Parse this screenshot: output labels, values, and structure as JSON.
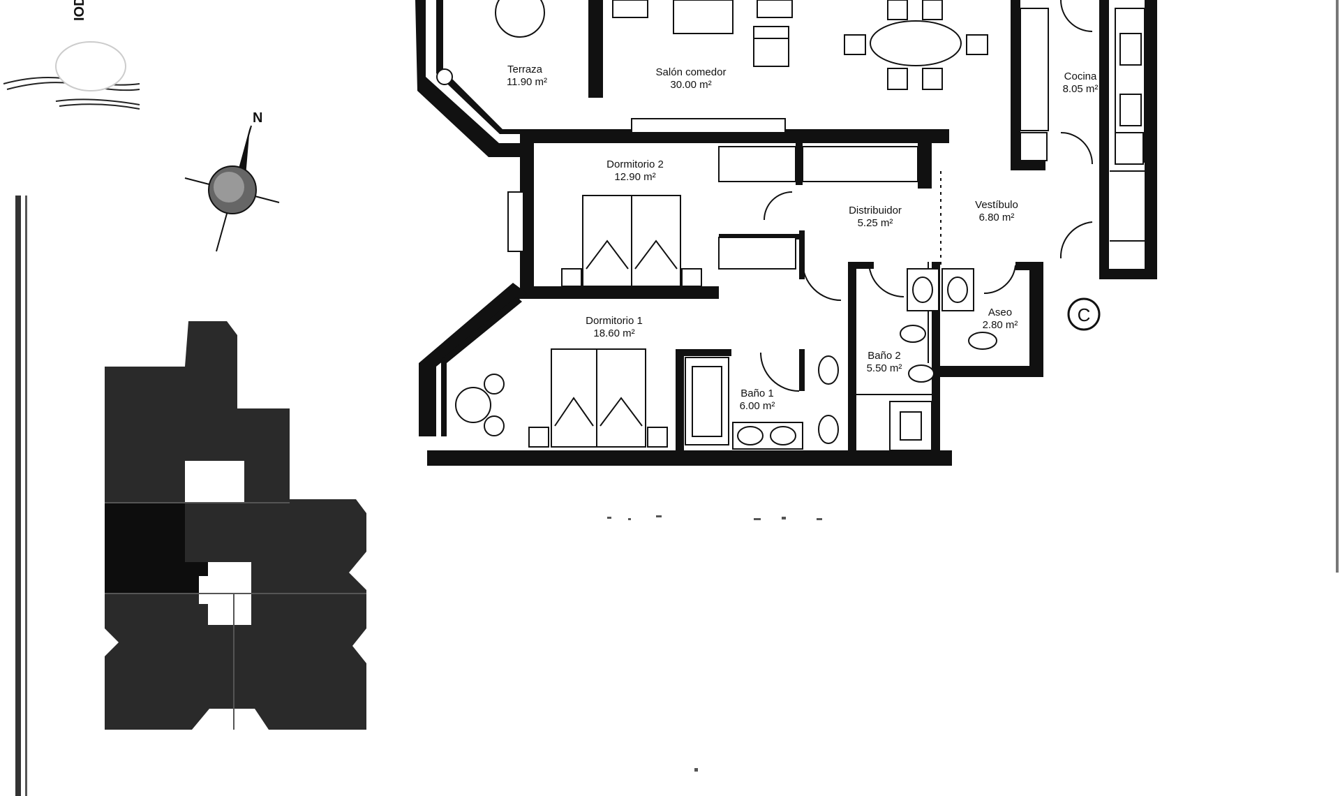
{
  "corner_text": "IOD",
  "compass": {
    "label": "N"
  },
  "stair_marker": {
    "label": "C"
  },
  "colors": {
    "wall": "#111111",
    "block_dark": "#2a2a2a",
    "block_highlight": "#0d0d0d",
    "paper": "#ffffff"
  },
  "rooms": [
    {
      "id": "terraza",
      "name": "Terraza",
      "area": "11.90 m²"
    },
    {
      "id": "salon",
      "name": "Salón comedor",
      "area": "30.00 m²"
    },
    {
      "id": "cocina",
      "name": "Cocina",
      "area": "8.05 m²"
    },
    {
      "id": "dormitorio2",
      "name": "Dormitorio 2",
      "area": "12.90 m²"
    },
    {
      "id": "distribuidor",
      "name": "Distribuidor",
      "area": "5.25 m²"
    },
    {
      "id": "vestibulo",
      "name": "Vestíbulo",
      "area": "6.80 m²"
    },
    {
      "id": "dormitorio1",
      "name": "Dormitorio 1",
      "area": "18.60 m²"
    },
    {
      "id": "aseo",
      "name": "Aseo",
      "area": "2.80 m²"
    },
    {
      "id": "bano2",
      "name": "Baño 2",
      "area": "5.50 m²"
    },
    {
      "id": "bano1",
      "name": "Baño 1",
      "area": "6.00 m²"
    }
  ]
}
